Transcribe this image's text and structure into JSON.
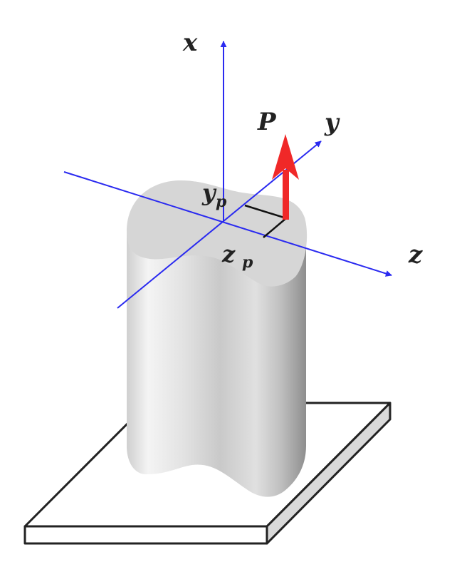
{
  "labels": {
    "x_axis": "x",
    "y_axis": "y",
    "z_axis": "z",
    "load": "P",
    "y_offset_main": "y",
    "y_offset_sub": "p",
    "z_offset_main": "z",
    "z_offset_sub": "p"
  },
  "colors": {
    "axis": "#2a2af0",
    "load_arrow": "#f02828",
    "offset_lines": "#111111",
    "top_face": "#d6d6d6",
    "base_plate_edge": "#222222",
    "base_plate_side": "#d9d9d9"
  }
}
